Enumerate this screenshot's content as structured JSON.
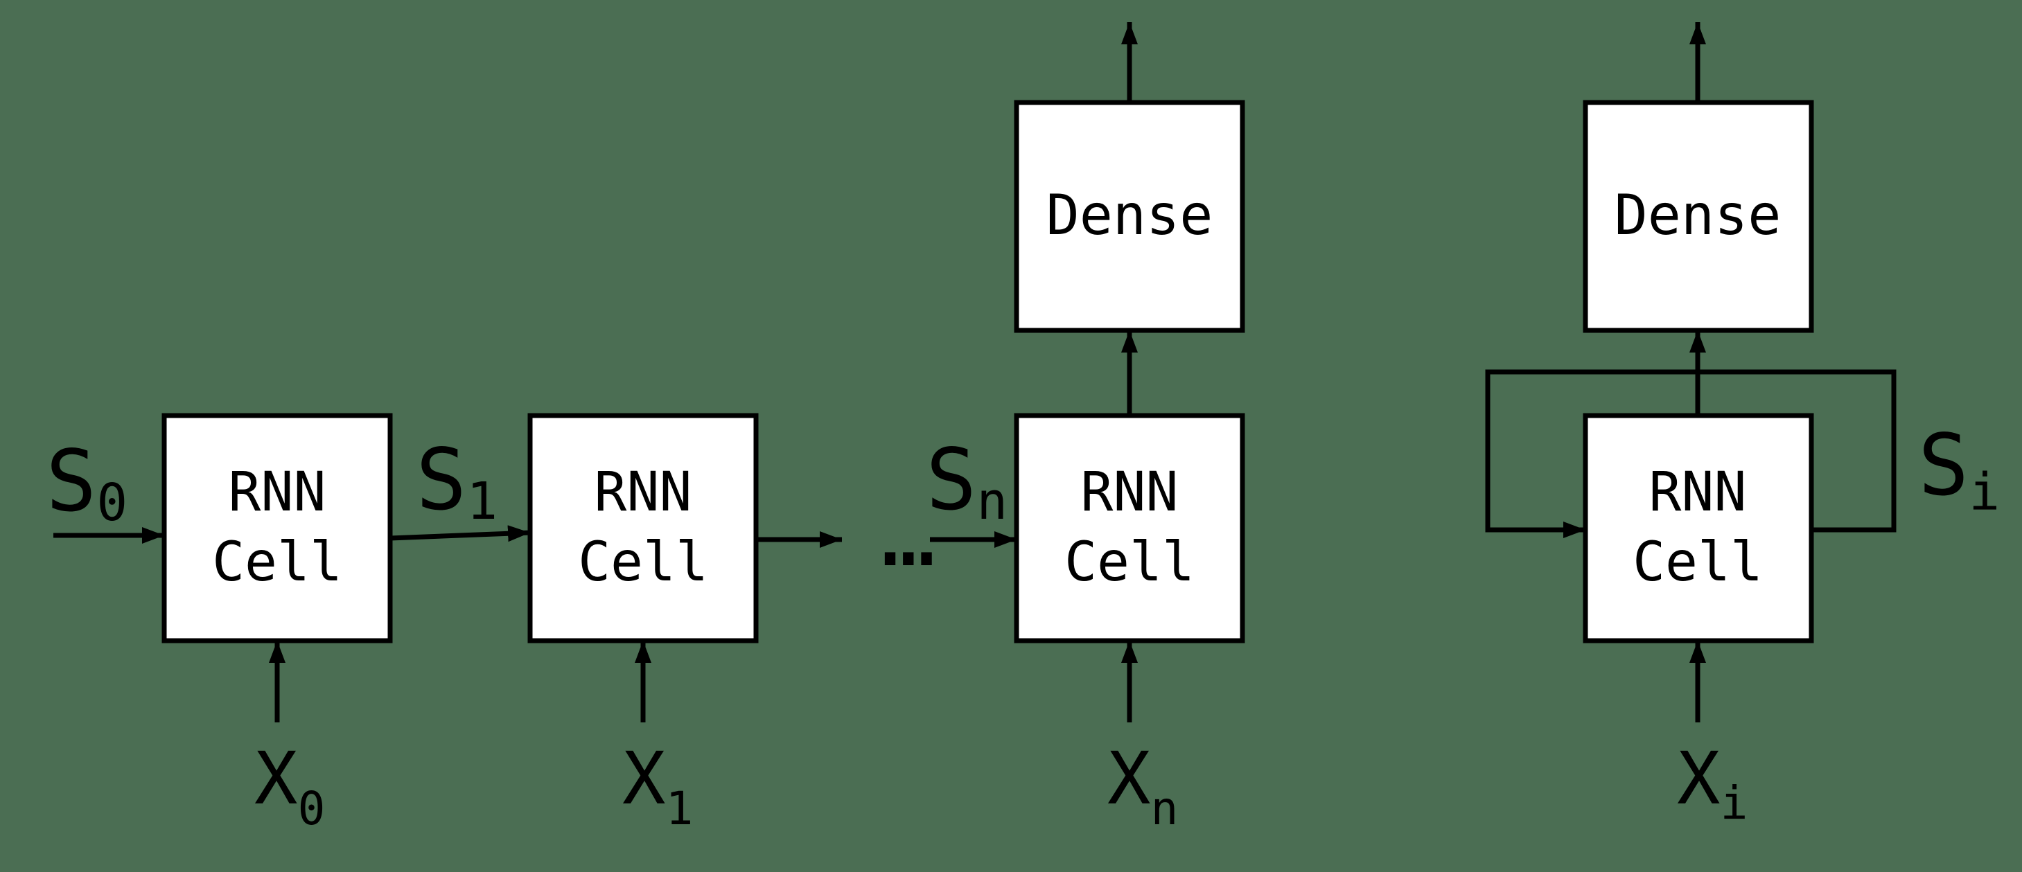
{
  "colors": {
    "background": "#4b6e53",
    "line": "#000000",
    "box_fill": "#ffffff",
    "text": "#000000"
  },
  "boxes": {
    "rnn": {
      "line1": "RNN",
      "line2": "Cell"
    },
    "dense": {
      "label": "Dense"
    }
  },
  "labels": {
    "s0": {
      "base": "S",
      "sub": "0"
    },
    "s1": {
      "base": "S",
      "sub": "1"
    },
    "sn": {
      "base": "S",
      "sub": "n"
    },
    "si": {
      "base": "S",
      "sub": "i"
    },
    "x0": {
      "base": "X",
      "sub": "0"
    },
    "x1": {
      "base": "X",
      "sub": "1"
    },
    "xn": {
      "base": "X",
      "sub": "n"
    },
    "xi": {
      "base": "X",
      "sub": "i"
    },
    "ellipsis": "..."
  }
}
